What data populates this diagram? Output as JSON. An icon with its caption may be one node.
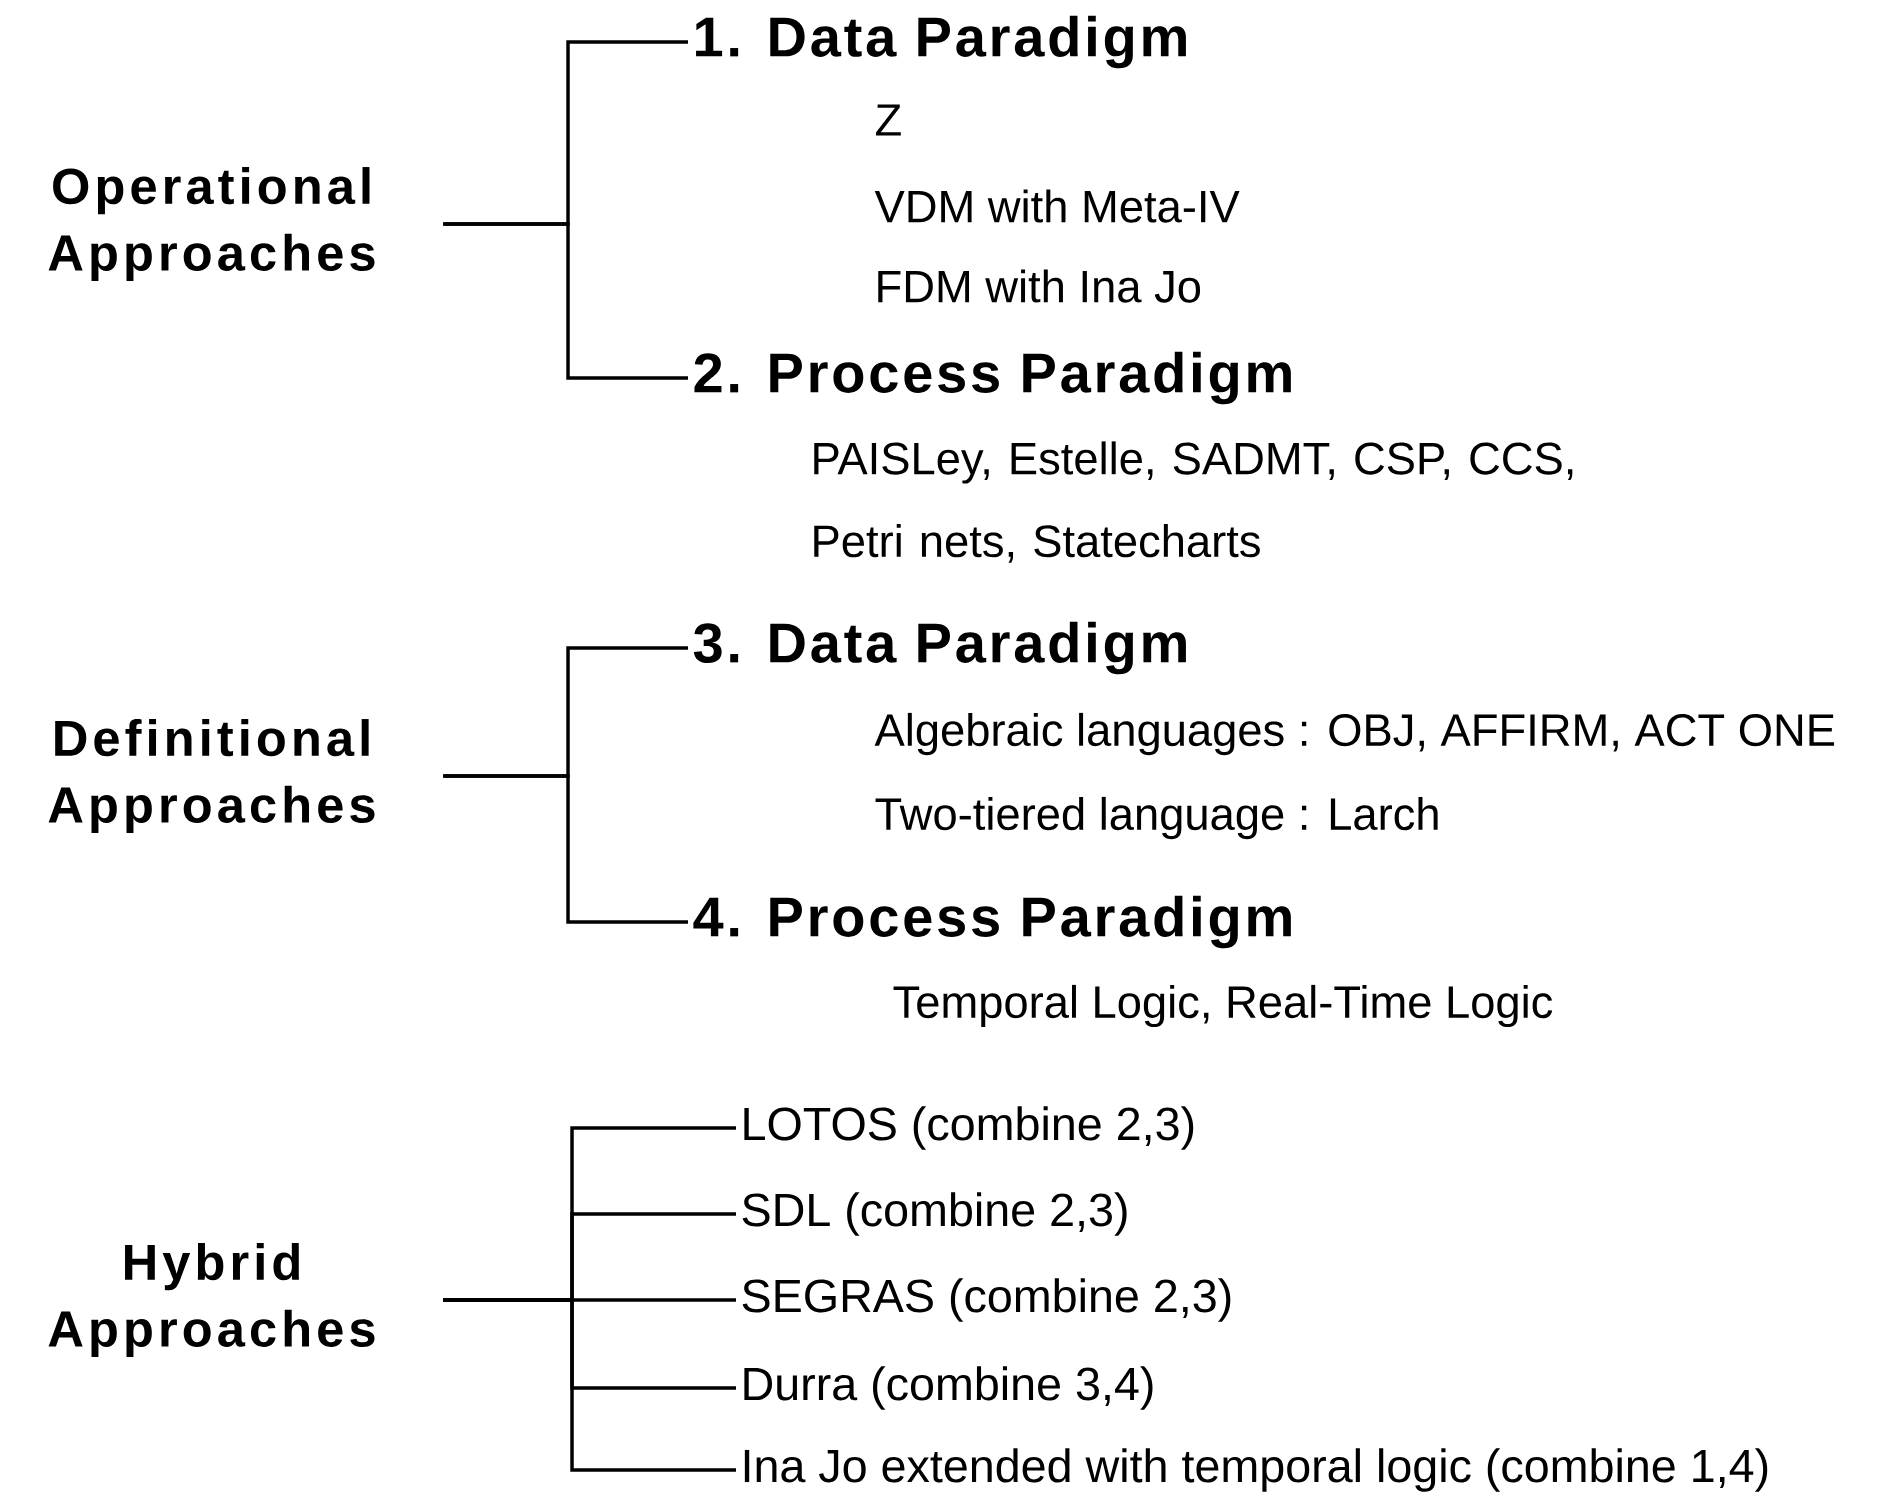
{
  "diagram": {
    "nodes": [
      {
        "text": [
          "Operational Approaches"
        ]
      },
      {
        "text": [
          "1. Data Paradigm"
        ],
        "beside": [
          "Z",
          "VDM with Meta-IV",
          "FDM with Ina Jo"
        ]
      },
      {
        "text": [
          "2. Process Paradigm"
        ],
        "beside": [
          "PAISLey, Estelle, SADMT, CSP, CCS, Petri nets, Statecharts"
        ]
      },
      {
        "text": [
          "Definitional Approaches"
        ]
      },
      {
        "text": [
          "3. Data Paradigm"
        ],
        "beside": [
          "Algebraic languages : OBJ, AFFIRM, ACT ONE",
          "Two-tiered language : Larch"
        ]
      },
      {
        "text": [
          "4. Process Paradigm"
        ],
        "beside": [
          "Temporal Logic, Real-Time Logic"
        ]
      },
      {
        "text": [
          "Hybrid Approaches"
        ]
      },
      {
        "text": [
          "LOTOS (combine 2,3)"
        ]
      },
      {
        "text": [
          "SDL (combine 2,3)"
        ]
      },
      {
        "text": [
          "SEGRAS (combine 2,3)"
        ]
      },
      {
        "text": [
          "Durra (combine 3,4)"
        ]
      },
      {
        "text": [
          "Ina Jo extended with temporal logic (combine 1,4)"
        ]
      }
    ],
    "edges": [
      {
        "from": 0,
        "to": 1,
        "arrow": "none"
      },
      {
        "from": 0,
        "to": 2,
        "arrow": "none"
      },
      {
        "from": 3,
        "to": 4,
        "arrow": "none"
      },
      {
        "from": 3,
        "to": 5,
        "arrow": "none"
      },
      {
        "from": 6,
        "to": 7,
        "arrow": "none"
      },
      {
        "from": 6,
        "to": 8,
        "arrow": "none"
      },
      {
        "from": 6,
        "to": 9,
        "arrow": "none"
      },
      {
        "from": 6,
        "to": 10,
        "arrow": "none"
      },
      {
        "from": 6,
        "to": 11,
        "arrow": "none"
      }
    ]
  }
}
